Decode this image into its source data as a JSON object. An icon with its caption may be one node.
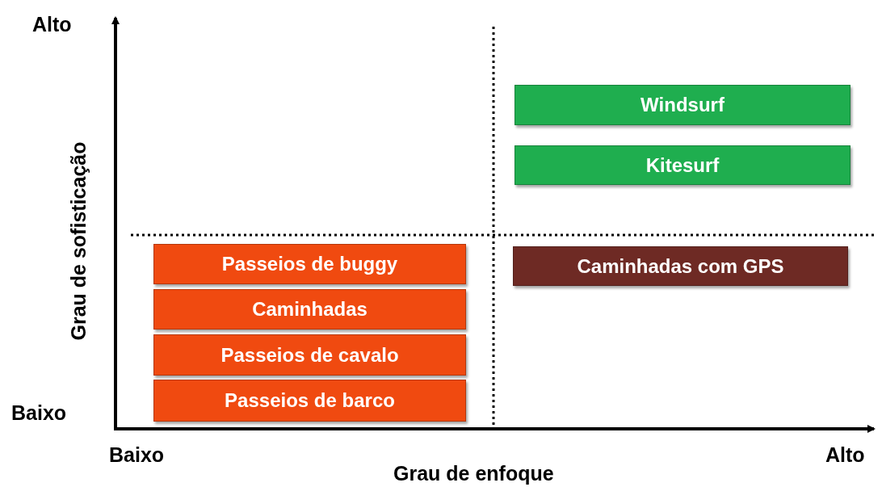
{
  "diagram": {
    "nodes": [
      {
        "text": [
          "Windsurf"
        ]
      },
      {
        "text": [
          "Kitesurf"
        ]
      },
      {
        "text": [
          "Passeios de buggy"
        ]
      },
      {
        "text": [
          "Caminhadas com GPS"
        ]
      },
      {
        "text": [
          "Caminhadas"
        ]
      },
      {
        "text": [
          "Passeios de cavalo"
        ]
      },
      {
        "text": [
          "Passeios de barco"
        ]
      }
    ],
    "labels": [
      "Alto",
      "Grau de sofisticação",
      "Baixo",
      "Baixo",
      "Alto",
      "Grau de enfoque"
    ]
  }
}
